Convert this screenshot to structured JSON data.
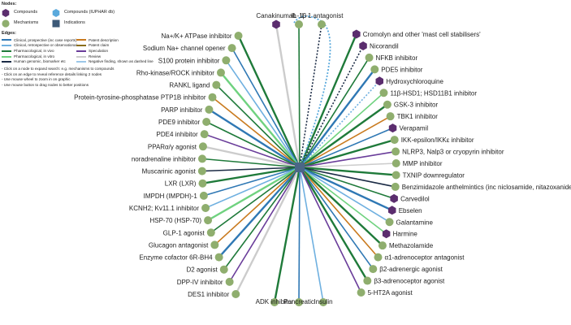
{
  "legend": {
    "nodes_title": "Nodes:",
    "node_types": [
      {
        "label": "Compounds",
        "shape": "hexagon",
        "color": "#5b2d6e"
      },
      {
        "label": "Compounds (IUPHAR db)",
        "shape": "hexagon",
        "color": "#5aa9dc"
      },
      {
        "label": "Mechanisms",
        "shape": "circle",
        "color": "#8fae6e"
      },
      {
        "label": "Indications",
        "shape": "square",
        "color": "#3d5a78"
      }
    ],
    "edges_title": "Edges:",
    "edge_types": [
      {
        "label": "Clinical, prospective (inc case reports)",
        "color": "#2f78b4"
      },
      {
        "label": "Patent description",
        "color": "#c97a1e"
      },
      {
        "label": "Clinical, retrospective or observational",
        "color": "#6fb0e0"
      },
      {
        "label": "Patent claim",
        "color": "#8a6e1c"
      },
      {
        "label": "Pharmacological, in vivo",
        "color": "#1f7a3a"
      },
      {
        "label": "Speculation",
        "color": "#6a3d9a"
      },
      {
        "label": "Pharmacological, in vitro",
        "color": "#6fd27f"
      },
      {
        "label": "Review",
        "color": "#cccccc"
      },
      {
        "label": "Human genomic, biomarker etc",
        "color": "#1b2b45"
      },
      {
        "label": "Negative finding, shown as dashed line",
        "color": "#9bc7e8",
        "dashed": true
      }
    ],
    "instructions": [
      "- Click on a node to expand search: e.g. mechanisms to compounds",
      "- Click on an edge to reveal reference details linking 2 nodes",
      "- Use mouse wheel to zoom in on graphic",
      "- Use mouse button to drag nodes to better positions"
    ]
  },
  "graph": {
    "center_label": "",
    "left_nodes": [
      {
        "label": "Na+/K+ ATPase inhibitor",
        "type": "mechanism"
      },
      {
        "label": "Sodium Na+ channel opener",
        "type": "mechanism"
      },
      {
        "label": "S100 protein inhibitor",
        "type": "mechanism"
      },
      {
        "label": "Rho-kinase/ROCK inhibitor",
        "type": "mechanism"
      },
      {
        "label": "RANKL ligand",
        "type": "mechanism"
      },
      {
        "label": "Protein-tyrosine-phosphatase PTP1B inhibitor",
        "type": "mechanism"
      },
      {
        "label": "PARP inhibitor",
        "type": "mechanism"
      },
      {
        "label": "PDE9 inhibitor",
        "type": "mechanism"
      },
      {
        "label": "PDE4 inhibitor",
        "type": "mechanism"
      },
      {
        "label": "PPARα/γ agonist",
        "type": "mechanism"
      },
      {
        "label": "noradrenaline inhibitor",
        "type": "mechanism"
      },
      {
        "label": "Muscarinic agonist",
        "type": "mechanism"
      },
      {
        "label": "LXR (LXR)",
        "type": "mechanism"
      },
      {
        "label": "IMPDH (IMPDH)-1",
        "type": "mechanism"
      },
      {
        "label": "KCNH2;  Kv11.1 inhibitor",
        "type": "mechanism"
      },
      {
        "label": "HSP-70 (HSP-70)",
        "type": "mechanism"
      },
      {
        "label": "GLP-1 agonist",
        "type": "mechanism"
      },
      {
        "label": "Glucagon antagonist",
        "type": "mechanism"
      },
      {
        "label": "Enzyme cofactor 6R-BH4",
        "type": "mechanism"
      },
      {
        "label": "D2 agonist",
        "type": "mechanism"
      },
      {
        "label": "DPP-IV inhibitor",
        "type": "mechanism"
      },
      {
        "label": "DES1 inhibitor",
        "type": "mechanism"
      }
    ],
    "right_nodes": [
      {
        "label": "Cromolyn and other 'mast cell stabilisers'",
        "type": "compound"
      },
      {
        "label": "Nicorandil",
        "type": "compound"
      },
      {
        "label": "NFKB inhibitor",
        "type": "mechanism"
      },
      {
        "label": "PDE5 inhibitor",
        "type": "mechanism"
      },
      {
        "label": "Hydroxychloroquine",
        "type": "compound"
      },
      {
        "label": "11β-HSD1; HSD11B1 inhibitor",
        "type": "mechanism"
      },
      {
        "label": "GSK-3 inhibitor",
        "type": "mechanism"
      },
      {
        "label": "TBK1 inhibitor",
        "type": "mechanism"
      },
      {
        "label": "Verapamil",
        "type": "compound"
      },
      {
        "label": "IKK-epsilon/IKKε inhibitor",
        "type": "mechanism"
      },
      {
        "label": "NLRP3, Nalp3 or cryopyrin inhibitor",
        "type": "mechanism"
      },
      {
        "label": "MMP inhibitor",
        "type": "mechanism"
      },
      {
        "label": "TXNIP downregulator",
        "type": "mechanism"
      },
      {
        "label": "Benzimidazole anthelmintics (inc niclosamide, nitazoxanide)",
        "type": "mechanism"
      },
      {
        "label": "Carvedilol",
        "type": "compound"
      },
      {
        "label": "Ebselen",
        "type": "compound"
      },
      {
        "label": "Galantamine",
        "type": "mechanism"
      },
      {
        "label": "Harmine",
        "type": "compound"
      },
      {
        "label": "Methazolamide",
        "type": "mechanism"
      },
      {
        "label": "α1-adrenoceptor antagonist",
        "type": "mechanism"
      },
      {
        "label": "β2-adrenergic agonist",
        "type": "mechanism"
      },
      {
        "label": "β3-adrenoceptor agonist",
        "type": "mechanism"
      },
      {
        "label": "5-HT2A agonist",
        "type": "mechanism"
      }
    ],
    "top_nodes": [
      {
        "label": "Canakinumab",
        "type": "compound"
      },
      {
        "label": "IL-1β",
        "type": "mechanism"
      },
      {
        "label": "IL-1 antagonist",
        "type": "mechanism"
      }
    ],
    "bottom_nodes": [
      {
        "label": "ADK inhibitor",
        "type": "mechanism"
      },
      {
        "label": "Pancreatic",
        "type": "mechanism"
      },
      {
        "label": "Insulin",
        "type": "mechanism"
      }
    ]
  }
}
